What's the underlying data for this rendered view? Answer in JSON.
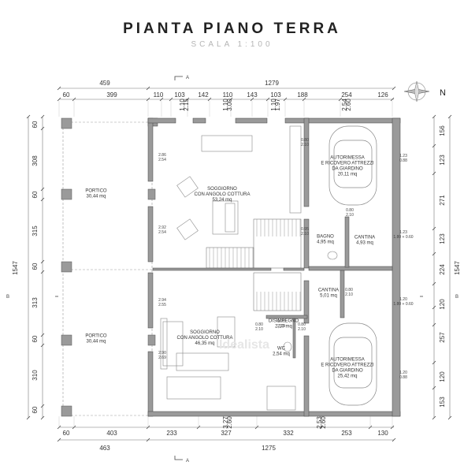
{
  "title": "PIANTA PIANO TERRA",
  "scale": "SCALA 1:100",
  "north_label": "N",
  "section_marks": {
    "a_top": "A",
    "a_bottom": "A",
    "b_left": "B",
    "b_right": "B"
  },
  "dims": {
    "top_overall_left": "459",
    "top_overall_right": "1279",
    "top_segments": [
      "60",
      "399",
      "110",
      "103",
      "142",
      "110",
      "143",
      "103",
      "188",
      "254",
      "126"
    ],
    "top_openings": [
      "1.10\n2.15",
      "1.10\n3.00",
      "1.10\n1.97",
      "2.54\n2.60"
    ],
    "bottom_segments": [
      "60",
      "403",
      "233",
      "327",
      "332",
      "253",
      "130"
    ],
    "bottom_overall_left": "463",
    "bottom_overall_right": "1275",
    "bottom_openings": [
      "3.27\n2.60",
      "2.53\n2.60"
    ],
    "left_overall": "1547",
    "left_segments": [
      "60",
      "308",
      "60",
      "315",
      "60",
      "313",
      "60",
      "310",
      "60"
    ],
    "right_overall": "1547",
    "right_segments": [
      "156",
      "123",
      "271",
      "123",
      "224",
      "120",
      "257",
      "120",
      "153"
    ]
  },
  "rooms": [
    {
      "name": "PORTICO",
      "area": "30,44 mq"
    },
    {
      "name": "SOGGIORNO\nCON ANGOLO COTTURA",
      "area": "53,24 mq"
    },
    {
      "name": "AUTORIMESSA\nE RICOVERO ATTREZZI\nDA GIARDINO",
      "area": "20,11 mq"
    },
    {
      "name": "BAGNO",
      "area": "4,95 mq"
    },
    {
      "name": "CANTINA",
      "area": "4,93 mq"
    },
    {
      "name": "PORTICO",
      "area": "30,44 mq"
    },
    {
      "name": "SOGGIORNO\nCON ANGOLO COTTURA",
      "area": "46,35 mq"
    },
    {
      "name": "CANTINA",
      "area": "5,01 mq"
    },
    {
      "name": "DISIMPEGNO",
      "area": "2,10 mq"
    },
    {
      "name": "WC",
      "area": "2,54 mq"
    },
    {
      "name": "AUTORIMESSA\nE RICOVERO ATTREZZI\nDA GIARDINO",
      "area": "25,42 mq"
    }
  ],
  "openings": [
    {
      "text": "2.86\n2.54"
    },
    {
      "text": "2.92\n2.54"
    },
    {
      "text": "2.94\n2.55"
    },
    {
      "text": "2.90\n2.69"
    },
    {
      "text": "0.80\n2.10"
    },
    {
      "text": "0.95\n2.10"
    },
    {
      "text": "0.80\n2.10"
    },
    {
      "text": "1.23\n0.88"
    },
    {
      "text": "1.23\n1.80 + 0.60"
    },
    {
      "text": "0.80\n2.10"
    },
    {
      "text": "1.20\n1.80 + 0.60"
    },
    {
      "text": "0.80\n2.10"
    },
    {
      "text": "0.80\n2.10"
    },
    {
      "text": "1.20\n0.88"
    },
    {
      "text": "0.70\n2.10"
    }
  ],
  "watermark": "Idealista"
}
